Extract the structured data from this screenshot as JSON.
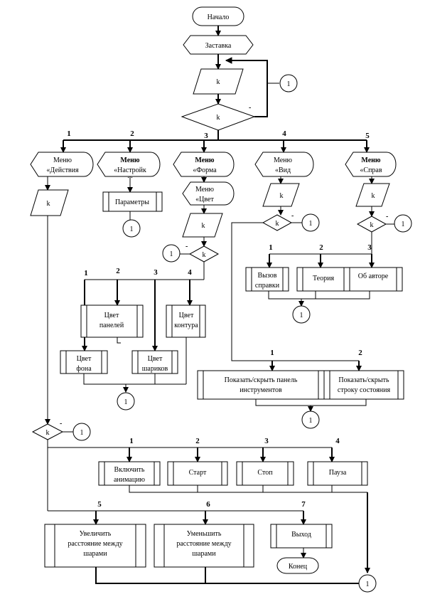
{
  "start": "Начало",
  "splash": "Заставка",
  "k": "k",
  "k_small": "k",
  "cond_marker": "-",
  "connector": "1",
  "numbers": {
    "n1": "1",
    "n2": "2",
    "n3": "3",
    "n4": "4",
    "n5": "5",
    "n6": "6",
    "n7": "7"
  },
  "menus": {
    "actions": {
      "l1": "Меню",
      "l2": "«Действия"
    },
    "settings": {
      "l1": "Меню",
      "l2": "«Настройк",
      "l3": "..."
    },
    "shape": {
      "l1": "Меню",
      "l2": "«Форма"
    },
    "color": {
      "l1": "Меню",
      "l2": "«Цвет"
    },
    "view": {
      "l1": "Меню",
      "l2": "«Вид"
    },
    "help": {
      "l1": "Меню",
      "l2": "«Справ"
    }
  },
  "params": "Параметры",
  "colors": {
    "panels": {
      "l1": "Цвет",
      "l2": "панелей"
    },
    "contour": {
      "l1": "Цвет",
      "l2": "контура"
    },
    "bg": {
      "l1": "Цвет",
      "l2": "фона"
    },
    "balls": {
      "l1": "Цвет",
      "l2": "шариков"
    }
  },
  "help_items": {
    "call": {
      "l1": "Вызов",
      "l2": "справки"
    },
    "theory": "Теория",
    "author": "Об авторе"
  },
  "view_items": {
    "toolbar": {
      "l1": "Показать/скрыть панель",
      "l2": "инструментов"
    },
    "status": {
      "l1": "Показать/скрыть",
      "l2": "строку состояния"
    }
  },
  "actions": {
    "anim": {
      "l1": "Включить",
      "l2": "анимацию"
    },
    "start": "Старт",
    "stop": "Стоп",
    "pause": "Пауза",
    "inc": {
      "l1": "Увеличить",
      "l2": "расстояние между",
      "l3": "шарами"
    },
    "dec": {
      "l1": "Уменьшить",
      "l2": "расстояние между",
      "l3": "шарами"
    },
    "exit": "Выход"
  },
  "end": "Конец"
}
